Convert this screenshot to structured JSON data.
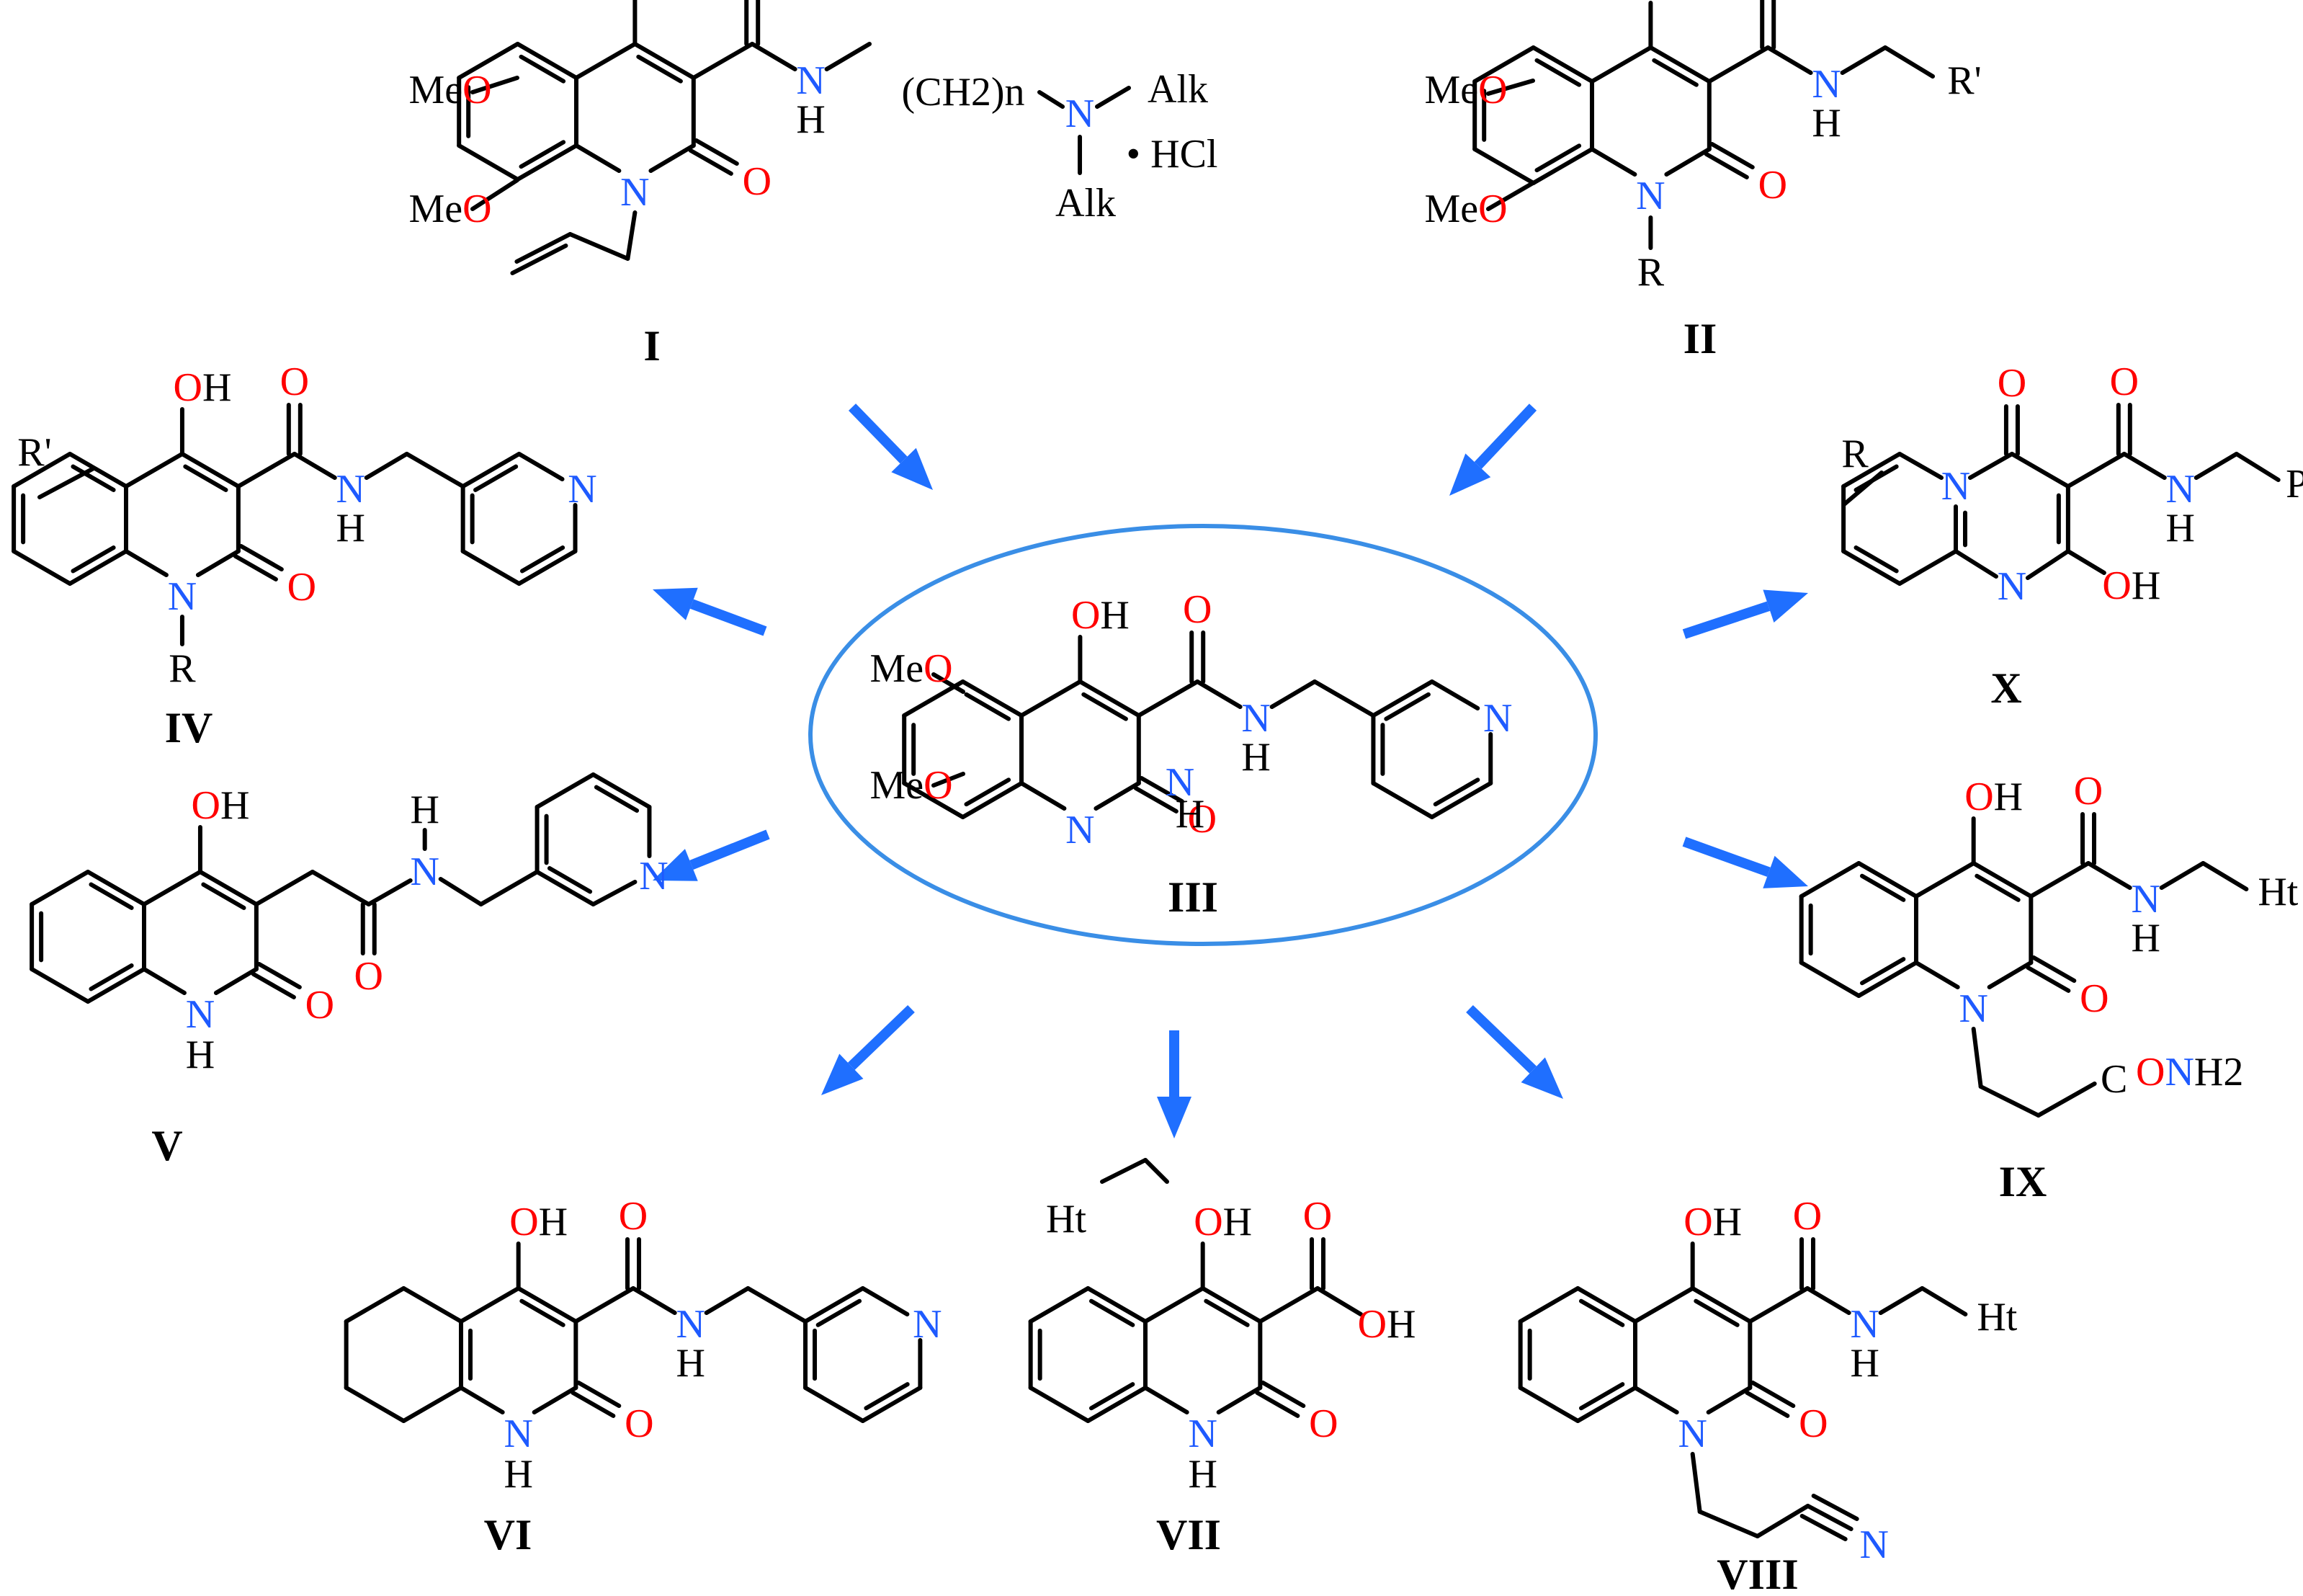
{
  "colors": {
    "carbon": "#000000",
    "oxygen": "#ff0000",
    "nitrogen": "#1e5aff",
    "arrow": "#1f6fff",
    "ellipse": "#3a8ee6"
  },
  "labels": {
    "I": "I",
    "II": "II",
    "III": "III",
    "IV": "IV",
    "V": "V",
    "VI": "VI",
    "VII": "VII",
    "VIII": "VIII",
    "IX": "IX",
    "X": "X"
  },
  "atoms": {
    "OH": "OH",
    "O": "O",
    "N": "N",
    "H": "H",
    "NH": "NH",
    "Me": "Me",
    "CH2n": "(CH2)n",
    "Alk": "Alk",
    "HCl": "• HCl",
    "R": "R",
    "Rprime": "R'",
    "Py": "Py",
    "Ht": "Ht",
    "C": "C",
    "H2": "H2"
  }
}
